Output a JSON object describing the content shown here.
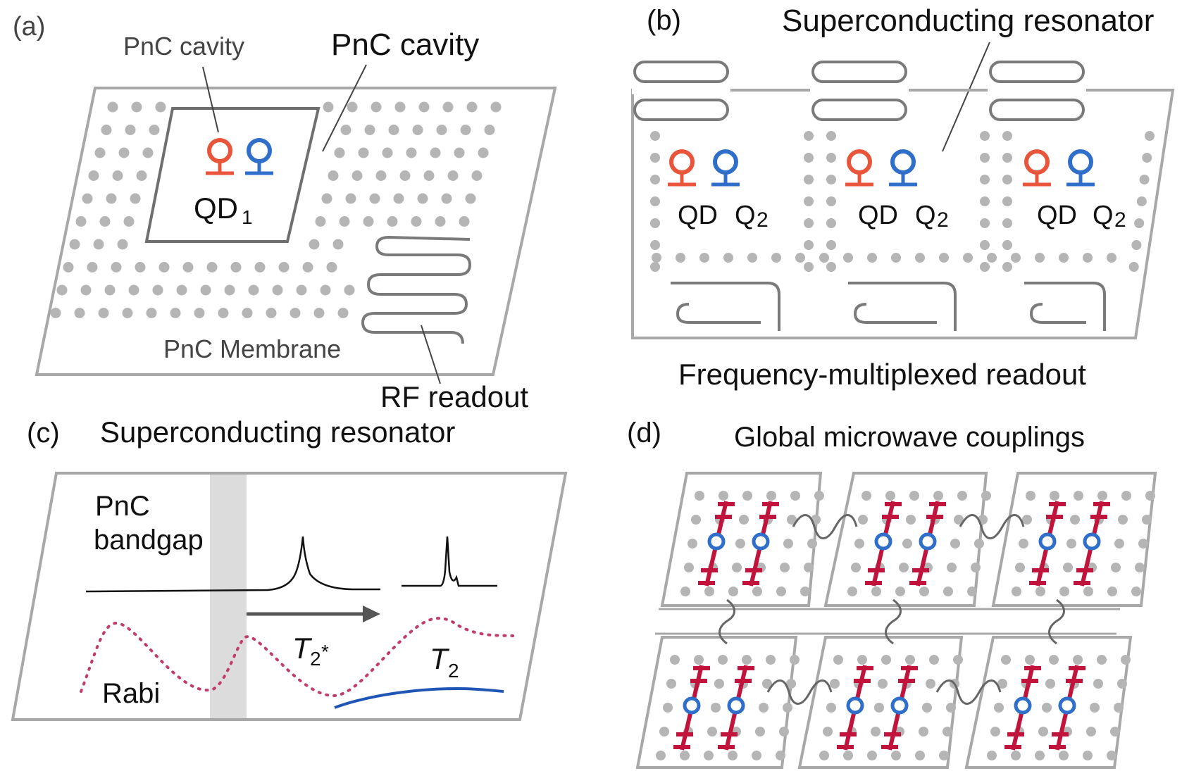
{
  "panel_a": {
    "tag": "(a)",
    "pnc_cavity_small": "PnC cavity",
    "pnc_cavity_large": "PnC cavity",
    "qd_label": "QD",
    "qd_sub": "1",
    "membrane": "PnC Membrane",
    "rf_readout": "RF readout"
  },
  "panel_b": {
    "tag": "(b)",
    "resonator_title": "Superconducting resonator",
    "cells": [
      {
        "qd": "QD",
        "q": "Q",
        "q_sub": "2"
      },
      {
        "qd": "QD",
        "q": "Q",
        "q_sub": "2"
      },
      {
        "qd": "QD",
        "q": "Q",
        "q_sub": "2"
      }
    ],
    "caption": "Frequency-multiplexed readout"
  },
  "panel_c": {
    "tag": "(c)",
    "title": "Superconducting resonator",
    "bandgap_line1": "PnC",
    "bandgap_line2": "bandgap",
    "t2star": "T",
    "t2star_sub": "2",
    "t2star_sup": "*",
    "t2": "T",
    "t2_sub": "2",
    "rabi": "Rabi"
  },
  "panel_d": {
    "tag": "(d)",
    "title": "Global microwave couplings"
  },
  "colors": {
    "red_qubit": "#e8553a",
    "blue_qubit": "#2f6fc9",
    "crimson": "#c0143c",
    "dot_gray": "#b5b5b5",
    "frame_gray": "#9a9a9a",
    "dotted_curve": "#c23c6a",
    "t2_curve": "#1f56b5"
  },
  "icons": [
    "qubit-loop-icon",
    "meander-resonator-icon",
    "squiggle-coupler-icon",
    "spin-cross-icon"
  ]
}
